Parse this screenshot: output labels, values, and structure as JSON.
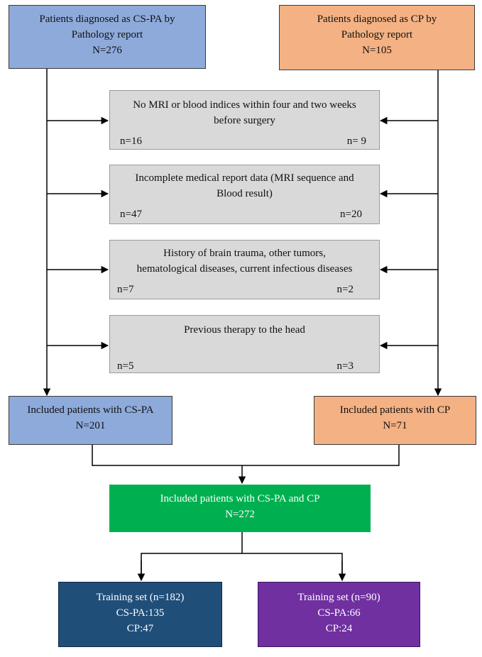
{
  "source_csp": {
    "line1": "Patients diagnosed as CS-PA by",
    "line2": "Pathology report",
    "line3": "N=276"
  },
  "source_cp": {
    "line1": "Patients diagnosed as CP by",
    "line2": "Pathology report",
    "line3": "N=105"
  },
  "exclusions": [
    {
      "line1": "No MRI or blood indices within four and two weeks",
      "line2": "before surgery",
      "left_count": "n=16",
      "right_count": "n= 9"
    },
    {
      "line1": "Incomplete medical report data (MRI sequence and",
      "line2": "Blood result)",
      "left_count": "n=47",
      "right_count": "n=20"
    },
    {
      "line1": "History of brain trauma, other tumors,",
      "line2": "hematological diseases, current infectious diseases",
      "left_count": "n=7",
      "right_count": "n=2"
    },
    {
      "line1": "Previous therapy to the head",
      "line2": "",
      "left_count": "n=5",
      "right_count": "n=3"
    }
  ],
  "included_csp": {
    "line1": "Included patients with CS-PA",
    "line2": "N=201"
  },
  "included_cp": {
    "line1": "Included patients with CP",
    "line2": "N=71"
  },
  "combined": {
    "line1": "Included patients with CS-PA and CP",
    "line2": "N=272"
  },
  "set_left": {
    "line1": "Training set (n=182)",
    "line2": "CS-PA:135",
    "line3": "CP:47"
  },
  "set_right": {
    "line1": "Training set (n=90)",
    "line2": "CS-PA:66",
    "line3": "CP:24"
  },
  "colors": {
    "blue": "#8eaadb",
    "orange": "#f4b183",
    "gray": "#d9d9d9",
    "green": "#00b050",
    "navy": "#1f4e79",
    "purple": "#7030a0"
  }
}
